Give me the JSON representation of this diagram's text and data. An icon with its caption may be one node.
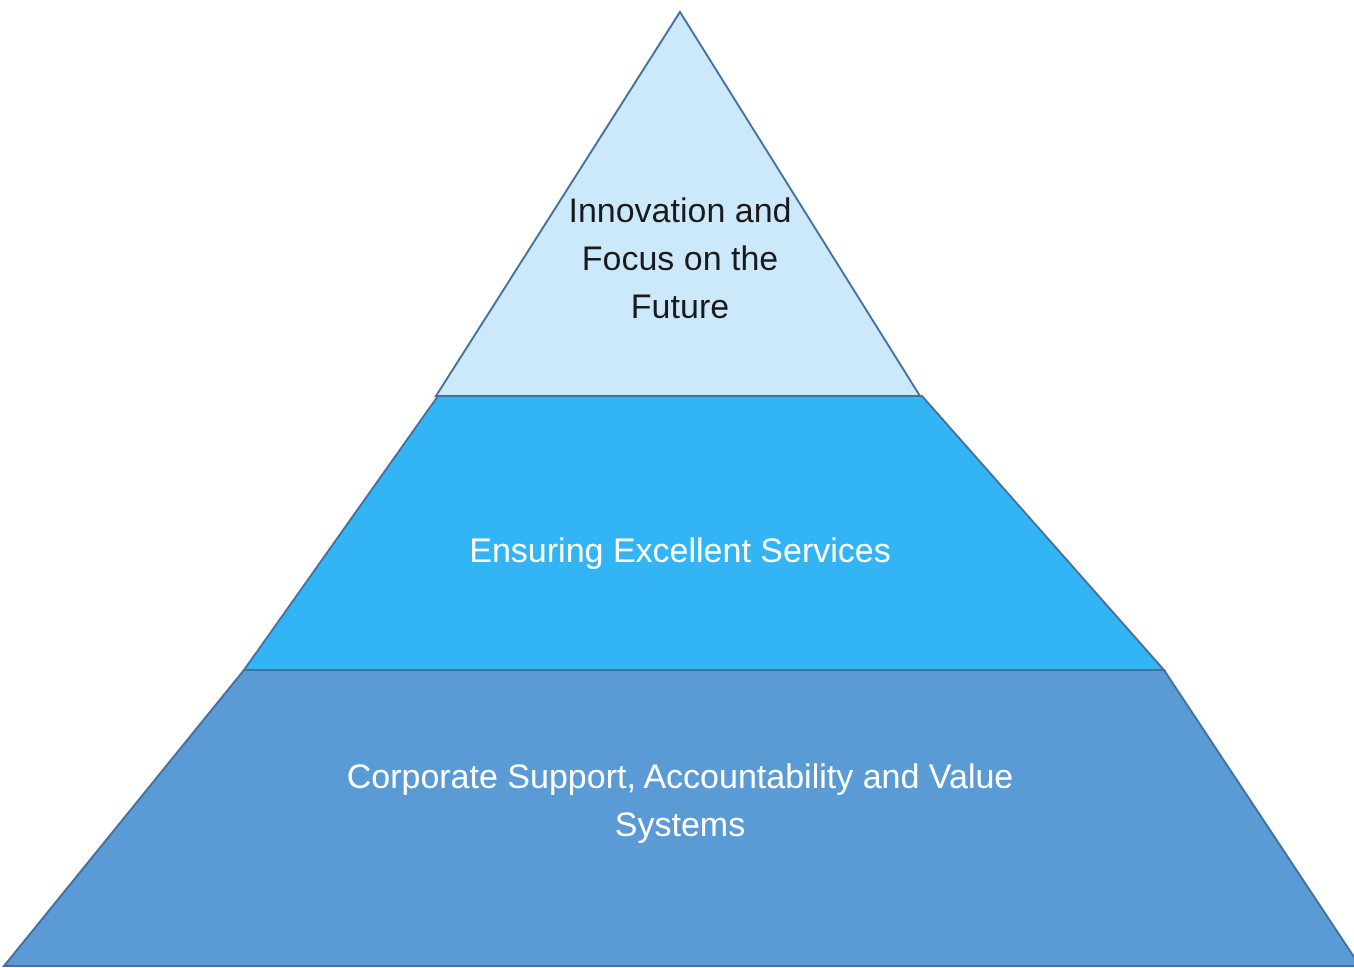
{
  "diagram": {
    "nodes": [
      {
        "text": [
          "Innovation and Focus on the Future"
        ]
      },
      {
        "text": [
          "Ensuring Excellent Services"
        ]
      },
      {
        "text": [
          "Corporate Support, Accountability and Value Systems"
        ]
      }
    ]
  }
}
